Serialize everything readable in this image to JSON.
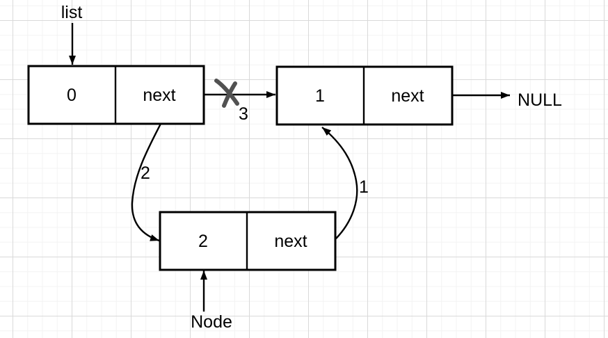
{
  "labels": {
    "head_pointer": "list",
    "new_node_pointer": "Node",
    "terminator": "NULL"
  },
  "nodes": [
    {
      "value": "0",
      "pointer": "next"
    },
    {
      "value": "1",
      "pointer": "next"
    },
    {
      "value": "2",
      "pointer": "next"
    }
  ],
  "step_labels": {
    "broken_link": "3",
    "head_to_new_node": "2",
    "new_node_to_next": "1"
  },
  "colors": {
    "shape_stroke": "#000000",
    "text": "#000000",
    "x_mark": "#515151",
    "background": "#ffffff",
    "grid_minor": "#f3f3f3",
    "grid_major": "#d9d9d9"
  }
}
